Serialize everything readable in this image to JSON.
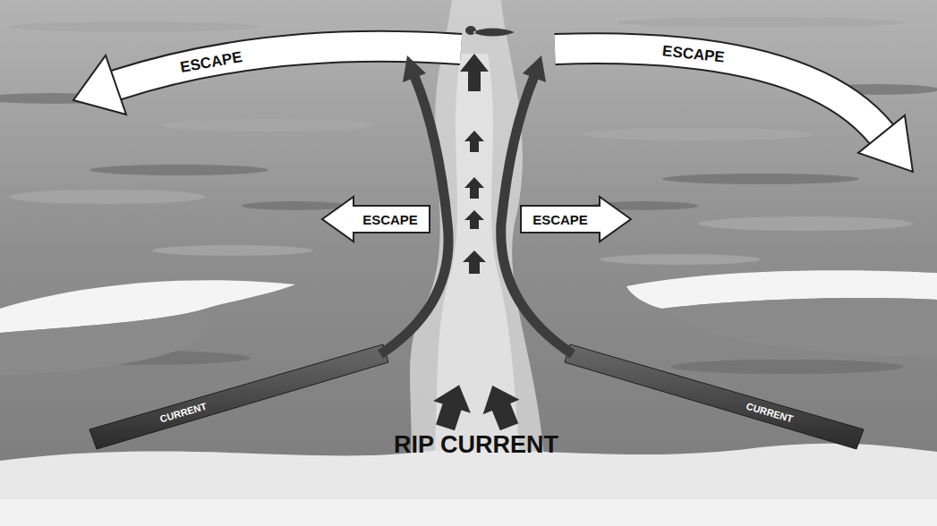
{
  "diagram": {
    "labels": [
      "ESCAPE",
      "ESCAPE",
      "ESCAPE",
      "ESCAPE",
      "RIP CURRENT",
      "CURRENT",
      "CURRENT"
    ]
  }
}
